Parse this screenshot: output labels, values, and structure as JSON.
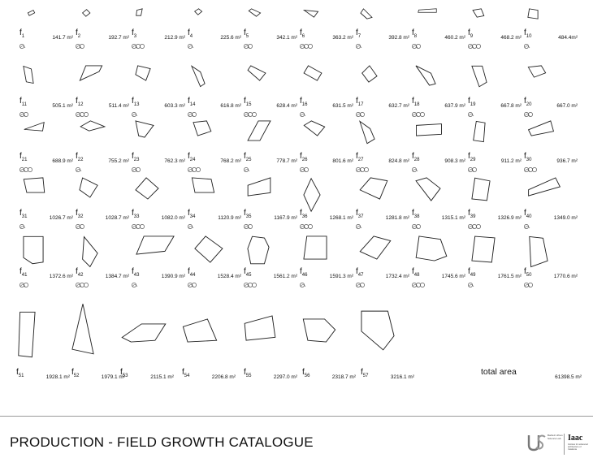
{
  "title": "PRODUCTION - FIELD GROWTH CATALOGUE",
  "fields": [
    {
      "id": "1",
      "area": "141.7 m²"
    },
    {
      "id": "2",
      "area": "192.7 m²"
    },
    {
      "id": "3",
      "area": "212.9 m²"
    },
    {
      "id": "4",
      "area": "225.6 m²"
    },
    {
      "id": "5",
      "area": "342.1 m²"
    },
    {
      "id": "6",
      "area": "363.2 m²"
    },
    {
      "id": "7",
      "area": "392.8 m²"
    },
    {
      "id": "8",
      "area": "460.2 m²"
    },
    {
      "id": "9",
      "area": "468.2 m²"
    },
    {
      "id": "10",
      "area": "484.4m²"
    },
    {
      "id": "11",
      "area": "505.1 m²"
    },
    {
      "id": "12",
      "area": "511.4 m²"
    },
    {
      "id": "13",
      "area": "603.3 m²"
    },
    {
      "id": "14",
      "area": "616.8 m²"
    },
    {
      "id": "15",
      "area": "628.4 m²"
    },
    {
      "id": "16",
      "area": "631.5 m²"
    },
    {
      "id": "17",
      "area": "632.7 m²"
    },
    {
      "id": "18",
      "area": "637.9 m²"
    },
    {
      "id": "19",
      "area": "667.8 m²"
    },
    {
      "id": "20",
      "area": "667.0 m²"
    },
    {
      "id": "21",
      "area": "688.9 m²"
    },
    {
      "id": "22",
      "area": "755.2 m²"
    },
    {
      "id": "23",
      "area": "762.3 m²"
    },
    {
      "id": "24",
      "area": "768.2 m²"
    },
    {
      "id": "25",
      "area": "778.7 m²"
    },
    {
      "id": "26",
      "area": "801.6 m²"
    },
    {
      "id": "27",
      "area": "824.8 m²"
    },
    {
      "id": "28",
      "area": "908.3 m²"
    },
    {
      "id": "29",
      "area": "911.2 m²"
    },
    {
      "id": "30",
      "area": "936.7 m²"
    },
    {
      "id": "31",
      "area": "1026.7 m²"
    },
    {
      "id": "32",
      "area": "1028.7 m²"
    },
    {
      "id": "33",
      "area": "1082.0 m²"
    },
    {
      "id": "34",
      "area": "1120.9 m²"
    },
    {
      "id": "35",
      "area": "1167.9 m²"
    },
    {
      "id": "36",
      "area": "1268.1 m²"
    },
    {
      "id": "37",
      "area": "1281.8 m²"
    },
    {
      "id": "38",
      "area": "1315.1 m²"
    },
    {
      "id": "39",
      "area": "1326.9 m²"
    },
    {
      "id": "40",
      "area": "1349.0 m²"
    },
    {
      "id": "41",
      "area": "1372.6 m²"
    },
    {
      "id": "42",
      "area": "1384.7 m²"
    },
    {
      "id": "43",
      "area": "1390.9 m²"
    },
    {
      "id": "44",
      "area": "1528.4 m²"
    },
    {
      "id": "45",
      "area": "1561.2 m²"
    },
    {
      "id": "46",
      "area": "1591.3 m²"
    },
    {
      "id": "47",
      "area": "1732.4 m²"
    },
    {
      "id": "48",
      "area": "1745.6 m²"
    },
    {
      "id": "49",
      "area": "1761.5 m²"
    },
    {
      "id": "50",
      "area": "1770.6 m²"
    },
    {
      "id": "51",
      "area": "1928.1 m²"
    },
    {
      "id": "52",
      "area": "1979.1 m²"
    },
    {
      "id": "53",
      "area": "2115.1 m²"
    },
    {
      "id": "54",
      "area": "2206.8 m²"
    },
    {
      "id": "55",
      "area": "2297.0 m²"
    },
    {
      "id": "56",
      "area": "2318.7 m²"
    },
    {
      "id": "57",
      "area": "3216.1 m²"
    }
  ],
  "total": {
    "label": "total area",
    "value": "61398.5 m²"
  },
  "logos": {
    "ucl_caption": "Bartlett Urban Science Lab",
    "iaac_mark": "Iaac",
    "iaac_caption": "Institute for advanced architecture of Catalonia"
  }
}
